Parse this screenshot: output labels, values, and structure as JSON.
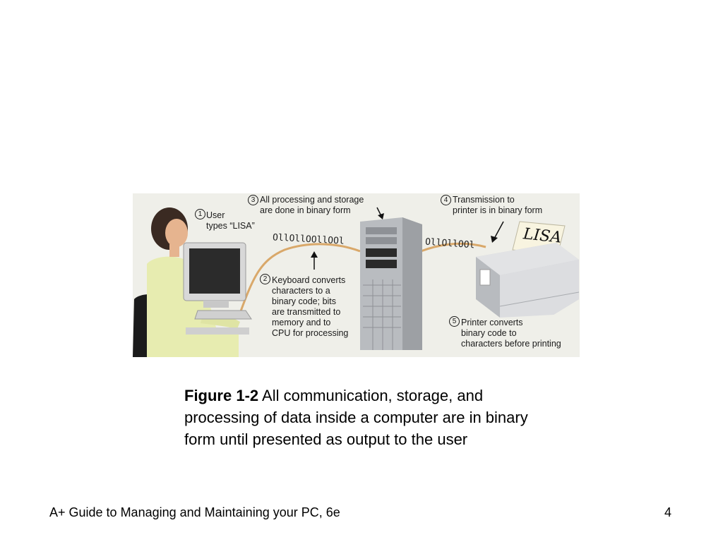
{
  "figure": {
    "step1": {
      "num": "1",
      "text": "User\ntypes “LISA”"
    },
    "step2": {
      "num": "2",
      "text": "Keyboard converts\ncharacters to a\nbinary code; bits\nare transmitted to\nmemory and to\nCPU for processing"
    },
    "step3": {
      "num": "3",
      "text": "All processing and storage\nare done in binary form"
    },
    "step4": {
      "num": "4",
      "text": "Transmission to\nprinter is in binary form"
    },
    "step5": {
      "num": "5",
      "text": "Printer converts\nbinary code to\ncharacters before printing"
    },
    "binary_left": "OllOllOOllOOl",
    "binary_right": "OllOllOOl",
    "paper_text": "LISA"
  },
  "caption": {
    "label": "Figure 1-2",
    "text": " All communication, storage, and processing of data inside a computer are in binary form until presented as output to the user"
  },
  "footer": {
    "title": "A+ Guide to Managing and Maintaining your PC, 6e",
    "page": "4"
  }
}
